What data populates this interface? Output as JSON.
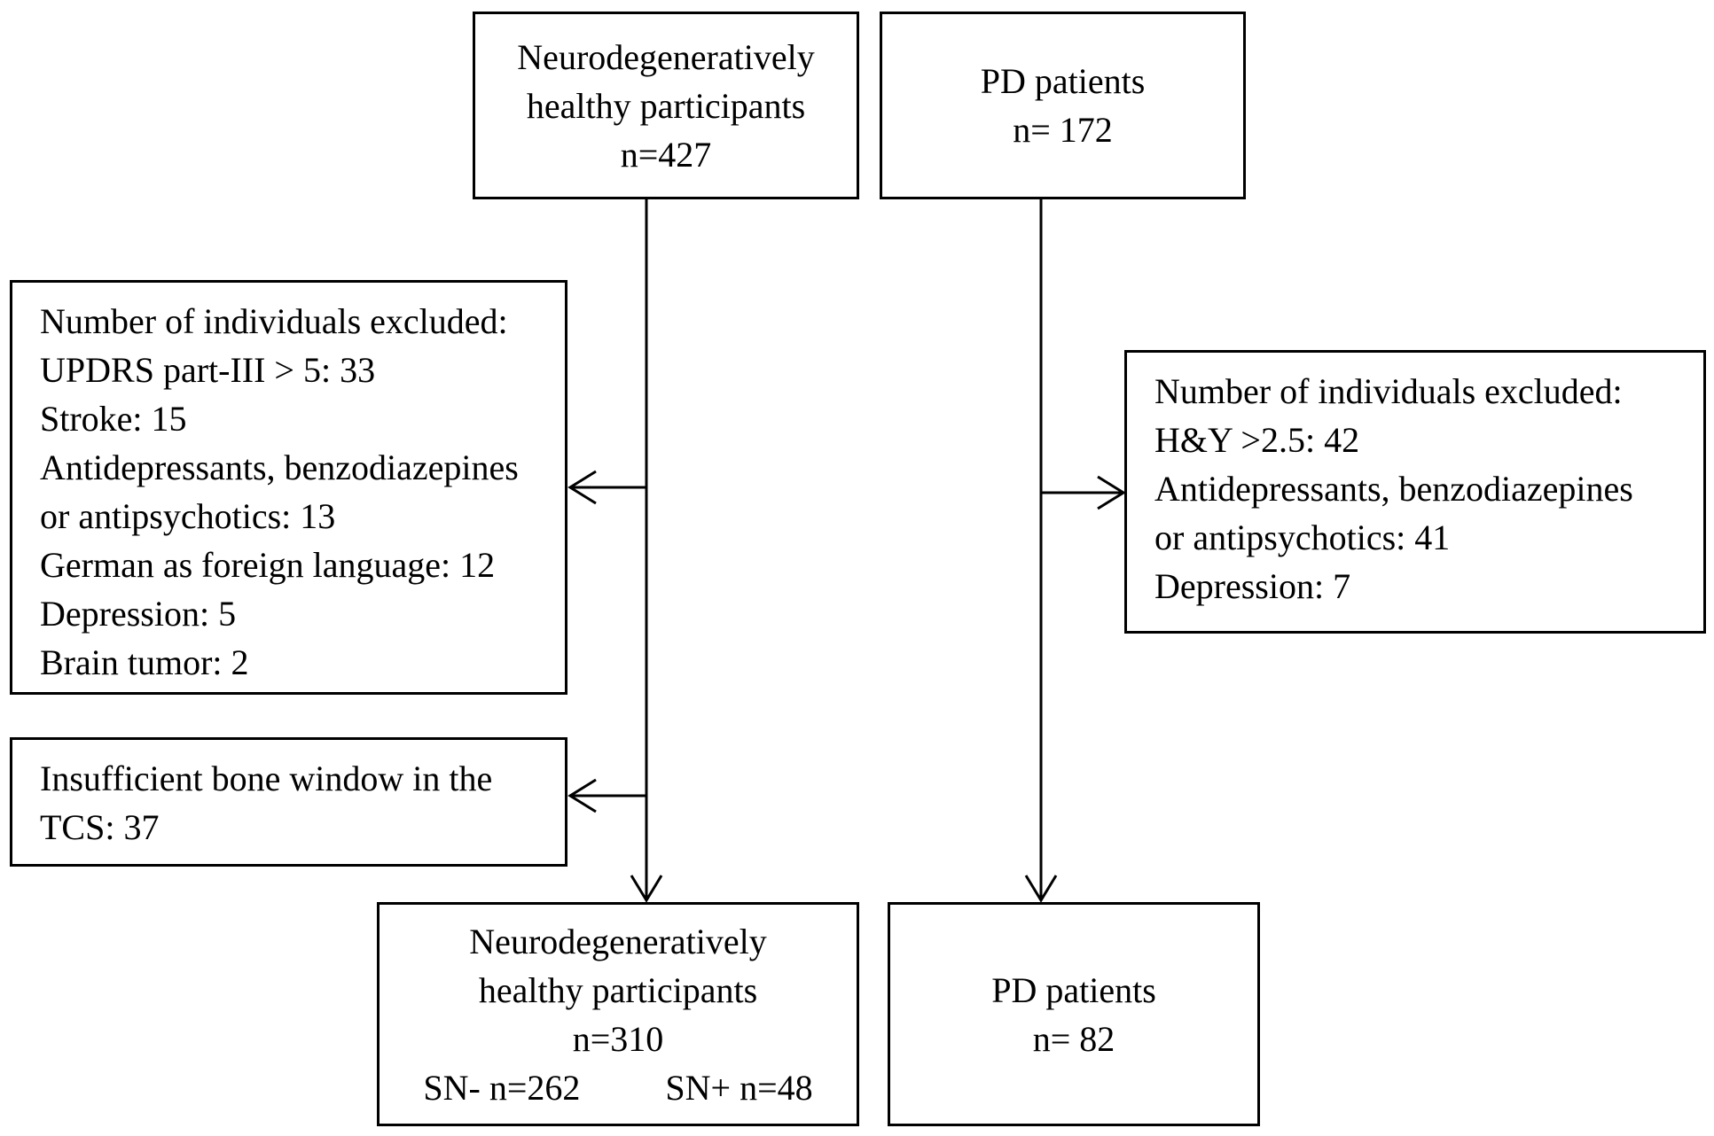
{
  "healthy_start": {
    "lines": [
      "Neurodegeneratively",
      "healthy participants",
      "n=427"
    ]
  },
  "pd_start": {
    "lines": [
      "PD patients",
      "n= 172"
    ]
  },
  "healthy_excluded": {
    "lines": [
      "Number of individuals excluded:",
      "UPDRS part-III > 5: 33",
      "Stroke: 15",
      "Antidepressants, benzodiazepines",
      "or antipsychotics: 13",
      "German as foreign language: 12",
      "Depression: 5",
      "Brain tumor: 2"
    ]
  },
  "bone_window": {
    "lines": [
      "Insufficient bone window in the",
      "TCS: 37"
    ]
  },
  "pd_excluded": {
    "lines": [
      "Number of individuals excluded:",
      "H&Y >2.5: 42",
      "Antidepressants, benzodiazepines",
      "or antipsychotics: 41",
      "Depression: 7"
    ]
  },
  "healthy_final": {
    "lines": [
      "Neurodegeneratively",
      "healthy participants",
      "n=310"
    ],
    "sn_negative": "SN- n=262",
    "sn_positive": "SN+ n=48"
  },
  "pd_final": {
    "lines": [
      "PD patients",
      "n= 82"
    ]
  }
}
